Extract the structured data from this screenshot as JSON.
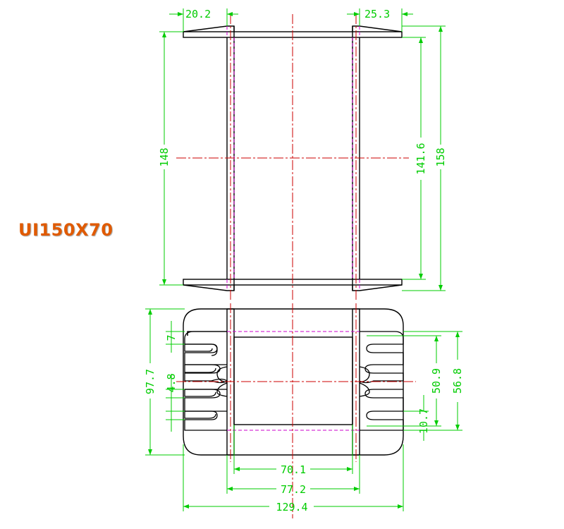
{
  "model_label": "UI150X70",
  "colors": {
    "outline": "#000000",
    "dimension": "#00cc00",
    "center_line": "#cc0000",
    "hidden_line": "#cc00cc",
    "label": "#e05a00"
  },
  "dimensions": {
    "top_left_width": "20.2",
    "top_right_width": "25.3",
    "height_148": "148",
    "height_141": "141.6",
    "height_158": "158",
    "total_height": "97.7",
    "slot_7": "7",
    "slot_4_8": "4.8",
    "inner_50_9": "50.9",
    "inner_56_8": "56.8",
    "slot_10_7": "10.7",
    "width_70_1": "70.1",
    "width_77_2": "77.2",
    "width_129_4": "129.4"
  }
}
